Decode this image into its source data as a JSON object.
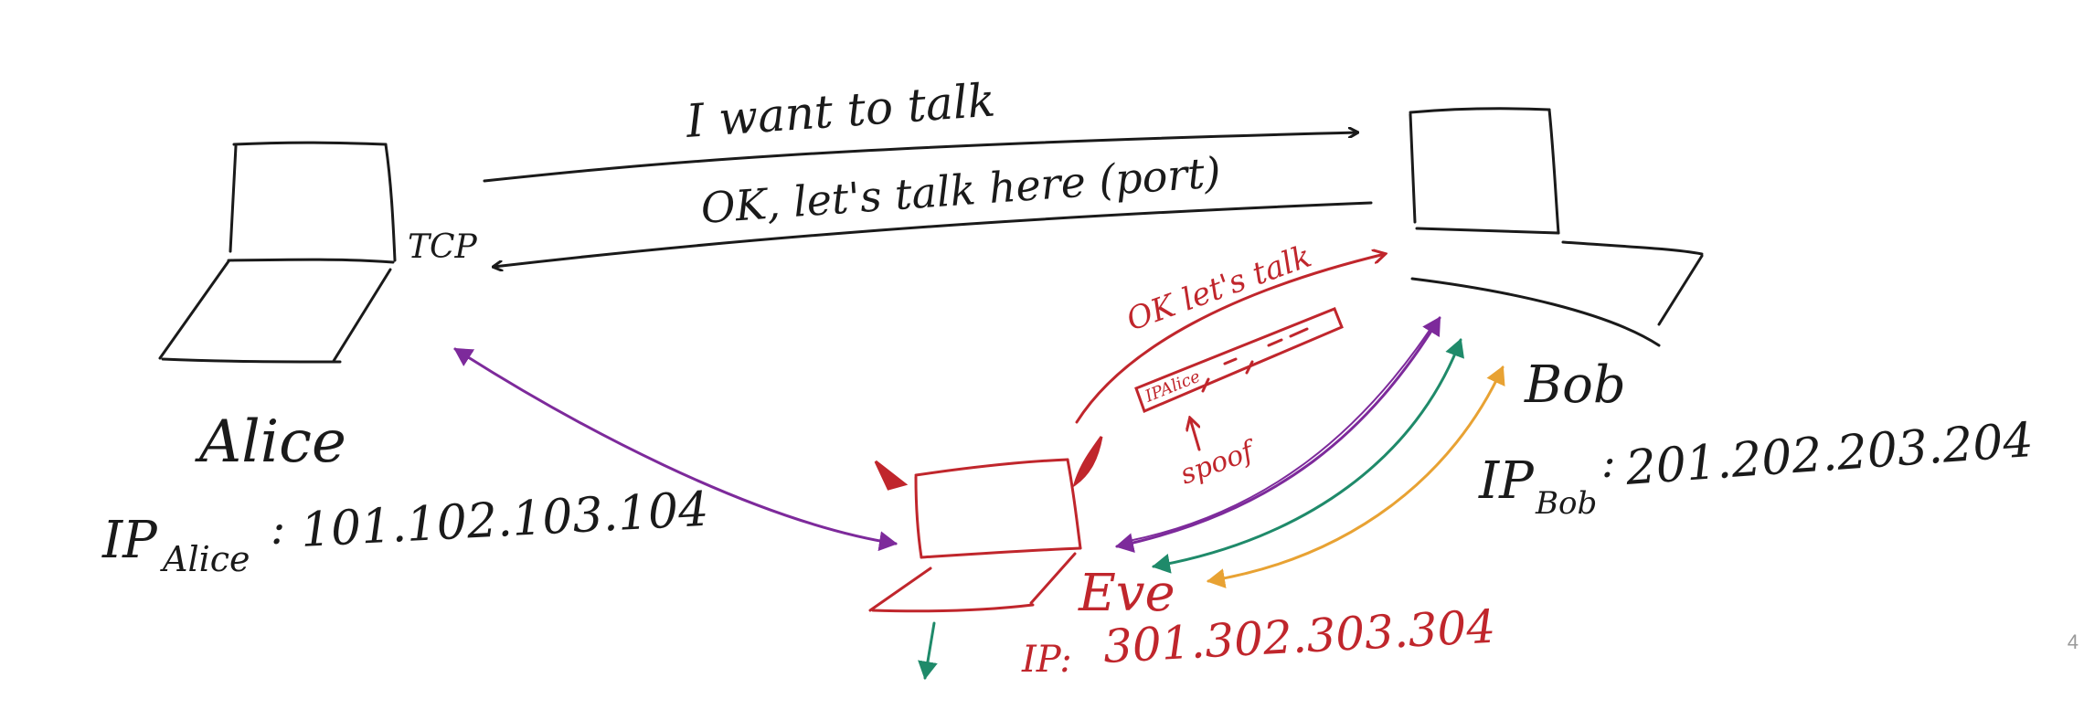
{
  "labels": {
    "syn_message": "I want to talk",
    "synack_message": "OK, let's talk here (port)",
    "tcp": "TCP",
    "alice": "Alice",
    "alice_ip_prefix": "IP",
    "alice_ip_sub": "Alice",
    "alice_ip": "101.102.103.104",
    "bob": "Bob",
    "bob_ip_prefix": "IP",
    "bob_ip_sub": "Bob",
    "bob_ip": "201.202.203.204",
    "eve": "Eve",
    "eve_ip_prefix": "IP:",
    "eve_ip": "301.302.303.304",
    "eve_message": "OK let's talk",
    "spoof": "spoof",
    "packet_field": "IPAlice"
  },
  "colors": {
    "ink": "#1a1a1a",
    "eve": "#c0262c",
    "purple": "#7d2a9b",
    "green": "#1f8a6a",
    "orange": "#e8a233"
  },
  "page_number": "4"
}
